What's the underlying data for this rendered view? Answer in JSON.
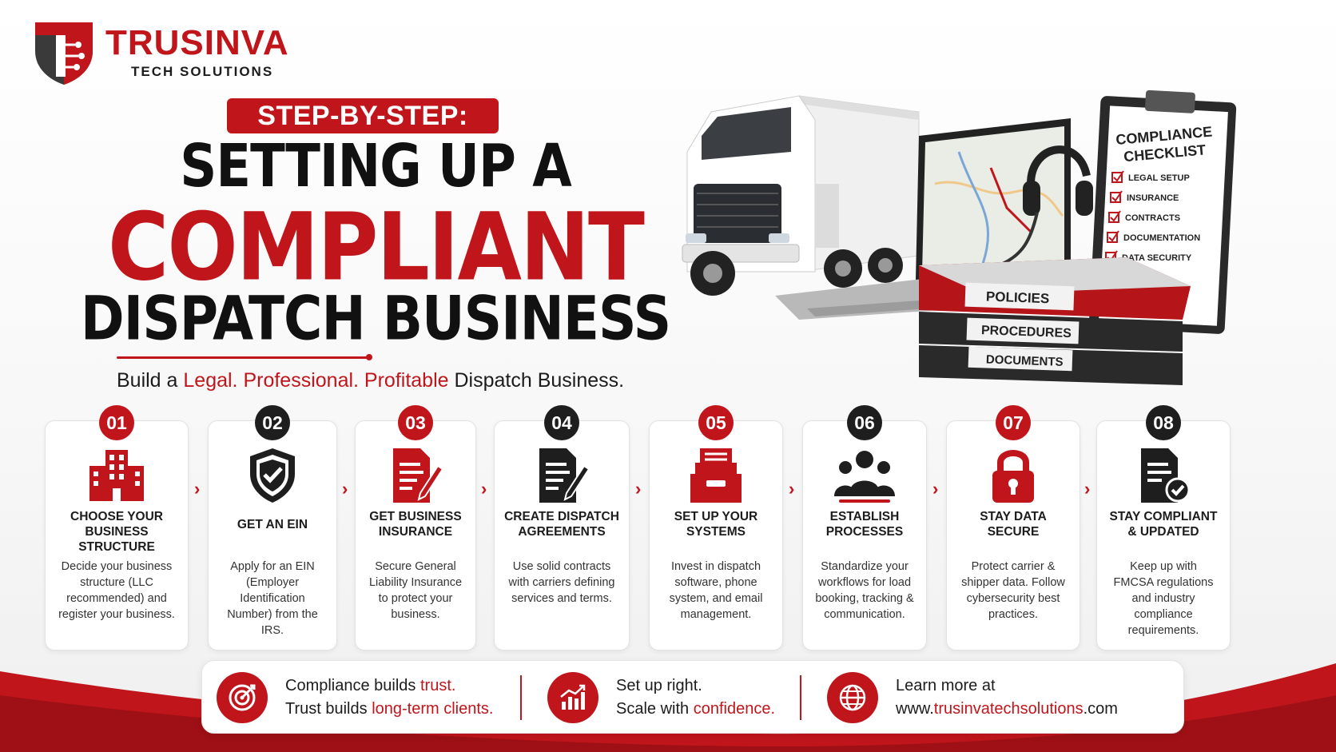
{
  "brand": {
    "name": "TRUSINVA",
    "sub": "TECH SOLUTIONS",
    "accent": "#c0161b",
    "dark": "#1e1e1e"
  },
  "hero": {
    "pill": "STEP-BY-STEP:",
    "line1": "SETTING UP A",
    "line2": "COMPLIANT",
    "line3": "DISPATCH BUSINESS",
    "tagline": {
      "pre": "Build a ",
      "red": "Legal. Professional. Profitable",
      "post": " Dispatch Business."
    }
  },
  "illustration": {
    "checklist_title": [
      "COMPLIANCE",
      "CHECKLIST"
    ],
    "checklist_items": [
      "LEGAL SETUP",
      "INSURANCE",
      "CONTRACTS",
      "DOCUMENTATION",
      "DATA SECURITY"
    ],
    "binders": [
      "POLICIES",
      "PROCEDURES",
      "DOCUMENTS"
    ]
  },
  "steps": [
    {
      "num": "01",
      "badge": "red",
      "icon": "building-icon",
      "title": "CHOOSE YOUR\nBUSINESS STRUCTURE",
      "desc": "Decide your business structure (LLC recommended) and register your business."
    },
    {
      "num": "02",
      "badge": "dark",
      "icon": "shield-check-icon",
      "title": "GET AN EIN",
      "desc": "Apply for an EIN (Employer Identification Number) from the IRS."
    },
    {
      "num": "03",
      "badge": "red",
      "icon": "document-pen-icon",
      "title": "GET BUSINESS\nINSURANCE",
      "desc": "Secure General Liability Insurance to protect your business."
    },
    {
      "num": "04",
      "badge": "dark",
      "icon": "contract-pen-icon",
      "title": "CREATE DISPATCH\nAGREEMENTS",
      "desc": "Use solid contracts with carriers defining services and terms."
    },
    {
      "num": "05",
      "badge": "red",
      "icon": "file-cabinet-icon",
      "title": "SET UP YOUR\nSYSTEMS",
      "desc": "Invest in dispatch software, phone system, and email management."
    },
    {
      "num": "06",
      "badge": "dark",
      "icon": "team-icon",
      "title": "ESTABLISH\nPROCESSES",
      "desc": "Standardize your workflows for load booking, tracking & communication."
    },
    {
      "num": "07",
      "badge": "red",
      "icon": "padlock-icon",
      "title": "STAY DATA\nSECURE",
      "desc": "Protect carrier & shipper data. Follow cybersecurity best practices."
    },
    {
      "num": "08",
      "badge": "dark",
      "icon": "document-check-icon",
      "title": "STAY COMPLIANT\n& UPDATED",
      "desc": "Keep up with FMCSA regulations and industry compliance requirements."
    }
  ],
  "footer": {
    "seg1": {
      "a_pre": "Compliance builds ",
      "a_red": "trust.",
      "b_pre": "Trust builds ",
      "b_red": "long-term clients."
    },
    "seg2": {
      "a_pre": "Set up right.",
      "b_pre": "Scale with ",
      "b_red": "confidence."
    },
    "seg3": {
      "a_pre": "Learn more at",
      "b_pre": "www.",
      "b_red": "trusinvatechsolutions",
      "b_post": ".com"
    }
  }
}
